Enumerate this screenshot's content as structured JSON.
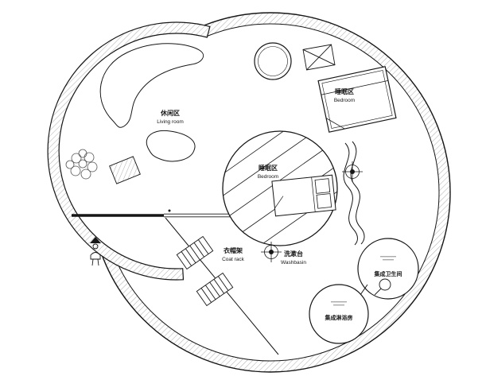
{
  "plan": {
    "background": "#ffffff",
    "line_color": "#161616",
    "wall_hatch_color": "#9a9a9a",
    "areas": {
      "living_room": {
        "label_zh": "休闲区",
        "label_en": "Living room"
      },
      "bedroom_upper": {
        "label_zh": "睡眠区",
        "label_en": "Bedroom"
      },
      "bedroom_center": {
        "label_zh": "睡眠区",
        "label_en": "Bedroom"
      },
      "coat_rack": {
        "label_zh": "衣帽架",
        "label_en": "Coat rack"
      },
      "washbasin": {
        "label_zh": "洗漱台",
        "label_en": "Washbasin"
      },
      "bathroom_pod": {
        "label_zh": "集成卫生间"
      },
      "shower_pod": {
        "label_zh": "集成淋浴房"
      }
    }
  }
}
